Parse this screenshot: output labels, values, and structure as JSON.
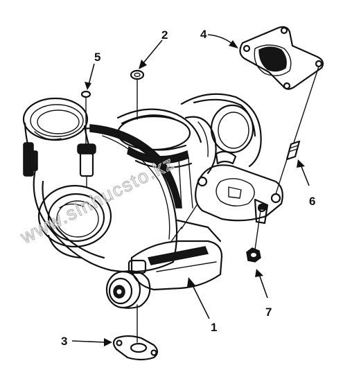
{
  "diagram": {
    "callouts": [
      {
        "id": "1",
        "label": "1"
      },
      {
        "id": "2",
        "label": "2"
      },
      {
        "id": "3",
        "label": "3"
      },
      {
        "id": "4",
        "label": "4"
      },
      {
        "id": "5",
        "label": "5"
      },
      {
        "id": "6",
        "label": "6"
      },
      {
        "id": "7",
        "label": "7"
      }
    ],
    "watermark": "www.sinhucsto.kz"
  }
}
